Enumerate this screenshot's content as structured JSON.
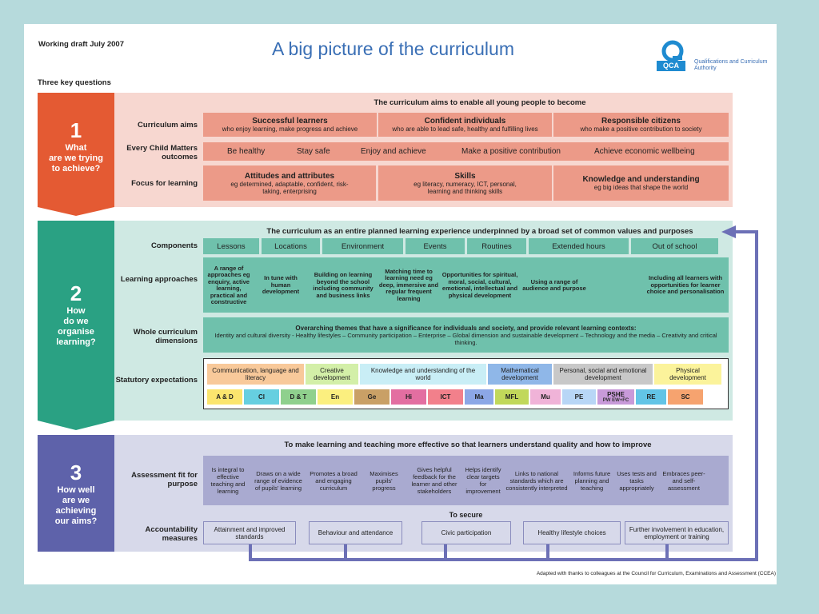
{
  "header": {
    "draft": "Working draft July 2007",
    "title": "A big picture of the curriculum",
    "three_key_questions": "Three key questions",
    "logo_letters": "QCA",
    "logo_text": "Qualifications and Curriculum Authority"
  },
  "s1": {
    "num": "1",
    "question": "What\nare we trying\nto achieve?",
    "banner": "The curriculum aims to enable all young people to become",
    "aims_label": "Curriculum aims",
    "aims": [
      {
        "title": "Successful learners",
        "desc": "who enjoy learning, make progress and achieve"
      },
      {
        "title": "Confident individuals",
        "desc": "who are able to lead safe, healthy and fulfilling lives"
      },
      {
        "title": "Responsible citizens",
        "desc": "who make a positive contribution to society"
      }
    ],
    "ecm_label": "Every Child Matters outcomes",
    "ecm": [
      "Be healthy",
      "Stay safe",
      "Enjoy and achieve",
      "Make a positive contribution",
      "Achieve economic wellbeing"
    ],
    "focus_label": "Focus for learning",
    "focus": [
      {
        "title": "Attitudes and attributes",
        "desc": "eg determined, adaptable, confident, risk-taking, enterprising"
      },
      {
        "title": "Skills",
        "desc": "eg literacy, numeracy, ICT, personal, learning and thinking skills"
      },
      {
        "title": "Knowledge and understanding",
        "desc": "eg big ideas that shape the world"
      }
    ]
  },
  "s2": {
    "num": "2",
    "question": "How\ndo we\norganise\nlearning?",
    "banner": "The curriculum as an entire planned learning experience underpinned by a broad set of common values and purposes",
    "components_label": "Components",
    "components": [
      "Lessons",
      "Locations",
      "Environment",
      "Events",
      "Routines",
      "Extended hours",
      "Out of school"
    ],
    "approaches_label": "Learning approaches",
    "approaches": [
      "A range of approaches eg enquiry, active learning, practical and constructive",
      "In tune with human development",
      "Building on learning beyond the school including community and business links",
      "Matching time to learning need eg deep, immersive and regular frequent learning",
      "Opportunities for spiritual, moral, social, cultural, emotional, intellectual and physical development",
      "Using a range of audience and purpose",
      "Including all learners with opportunities for learner choice and personalisation"
    ],
    "whole_label": "Whole curriculum dimensions",
    "whole_title": "Overarching themes that have a significance for individuals and society, and provide relevant learning contexts:",
    "whole_desc": "Identity and cultural diversity - Healthy lifestyles – Community participation – Enterprise – Global dimension and sustainable development – Technology and the media – Creativity and critical thinking.",
    "statutory_label": "Statutory expectations",
    "areas": [
      "Communication, language and literacy",
      "Creative development",
      "Knowledge and understanding of the world",
      "Mathematical development",
      "Personal, social and emotional development",
      "Physical development"
    ],
    "subjects": [
      "A & D",
      "Cl",
      "D & T",
      "En",
      "Ge",
      "Hi",
      "ICT",
      "Ma",
      "MFL",
      "Mu",
      "PE",
      "PSHE",
      "RE",
      "SC"
    ],
    "pshe_sub": "PW EW+FC",
    "colors": {
      "area": [
        "#f8c99a",
        "#d3efa8",
        "#c9eef6",
        "#8fb7e8",
        "#c8c8c8",
        "#fbf39b"
      ],
      "subject": [
        "#fbe56e",
        "#66cfe0",
        "#8fd08d",
        "#fbef7f",
        "#c9a066",
        "#e36ea1",
        "#f2808b",
        "#8ca7e6",
        "#c1d85a",
        "#f0b3d8",
        "#b8d6f6",
        "#c89ad9",
        "#62c4e6",
        "#f6a36f"
      ]
    }
  },
  "s3": {
    "num": "3",
    "question": "How well\nare we\nachieving\nour aims?",
    "banner": "To make learning and teaching more effective so that learners understand quality and how to improve",
    "assess_label": "Assessment fit for purpose",
    "assess": [
      "Is integral to effective teaching and learning",
      "Draws on a wide range of evidence of pupils' learning",
      "Promotes a broad and engaging curriculum",
      "Maximises pupils' progress",
      "Gives helpful feedback for the learner and other stakeholders",
      "Helps identify clear targets for improvement",
      "Links to national standards which are consistently interpreted",
      "Informs future planning and teaching",
      "Uses tests and tasks appropriately",
      "Embraces peer- and self-assessment"
    ],
    "to_secure": "To secure",
    "account_label": "Accountability measures",
    "measures": [
      "Attainment and improved standards",
      "Behaviour and attendance",
      "Civic participation",
      "Healthy lifestyle choices",
      "Further involvement in education, employment or training"
    ]
  },
  "footer": "Adapted with thanks to colleagues at the Council for Curriculum, Examinations and Assessment (CCEA)"
}
